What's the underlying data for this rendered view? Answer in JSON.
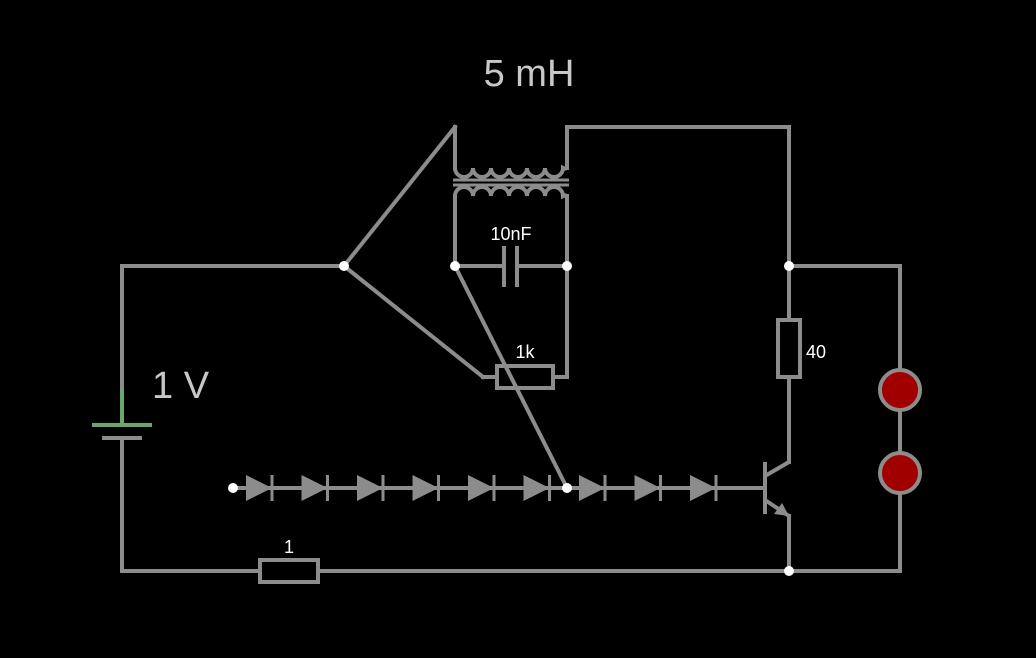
{
  "colors": {
    "background": "#000000",
    "wire": "#8c8c8c",
    "node": "#ffffff",
    "battery_positive": "#6aa86a",
    "lamp_fill": "#a00000",
    "lamp_ring": "#8c8c8c"
  },
  "labels": {
    "inductor": "5 mH",
    "capacitor": "10nF",
    "resistor_1k": "1k",
    "resistor_40": "40",
    "resistor_1": "1",
    "battery": "1 V"
  },
  "components": {
    "diode_count": 9,
    "lamp_count": 2
  }
}
